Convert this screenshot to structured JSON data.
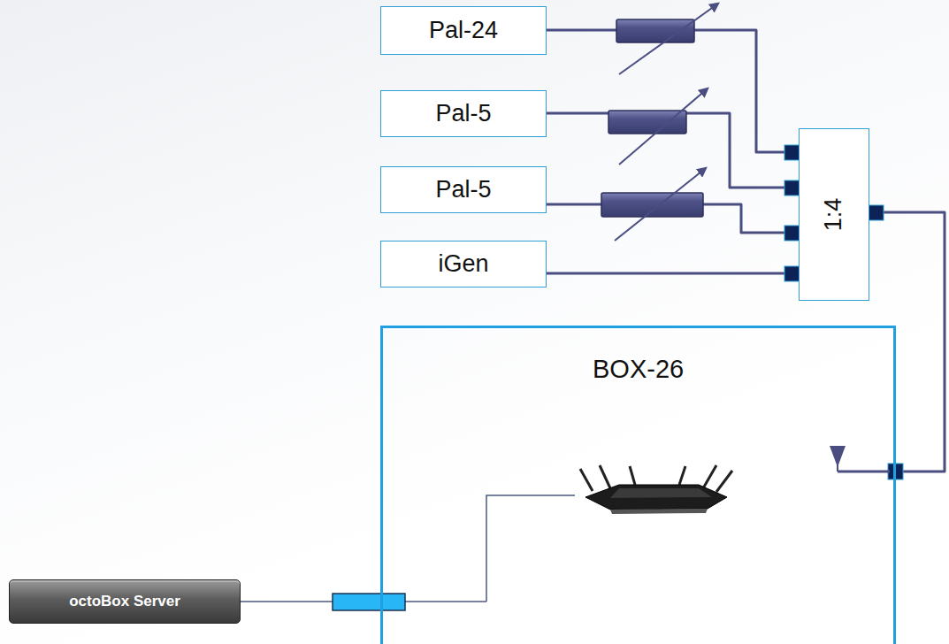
{
  "diagram": {
    "nodes": [
      {
        "text": [
          "Pal-24"
        ]
      },
      {
        "text": [
          "Pal-5"
        ]
      },
      {
        "text": [
          "Pal-5"
        ]
      },
      {
        "text": [
          "iGen"
        ]
      },
      {
        "text": [
          "1:4"
        ]
      },
      {
        "text": [
          "BOX-26"
        ]
      },
      {
        "text": [
          "octoBox Server"
        ]
      }
    ],
    "edges": [
      {
        "from": 0,
        "to": 4,
        "arrow": "none"
      },
      {
        "from": 1,
        "to": 4,
        "arrow": "none"
      },
      {
        "from": 2,
        "to": 4,
        "arrow": "none"
      },
      {
        "from": 3,
        "to": 4,
        "arrow": "none"
      },
      {
        "from": 4,
        "to": 5,
        "arrow": "none"
      },
      {
        "from": 6,
        "to": 5,
        "arrow": "none"
      }
    ]
  }
}
